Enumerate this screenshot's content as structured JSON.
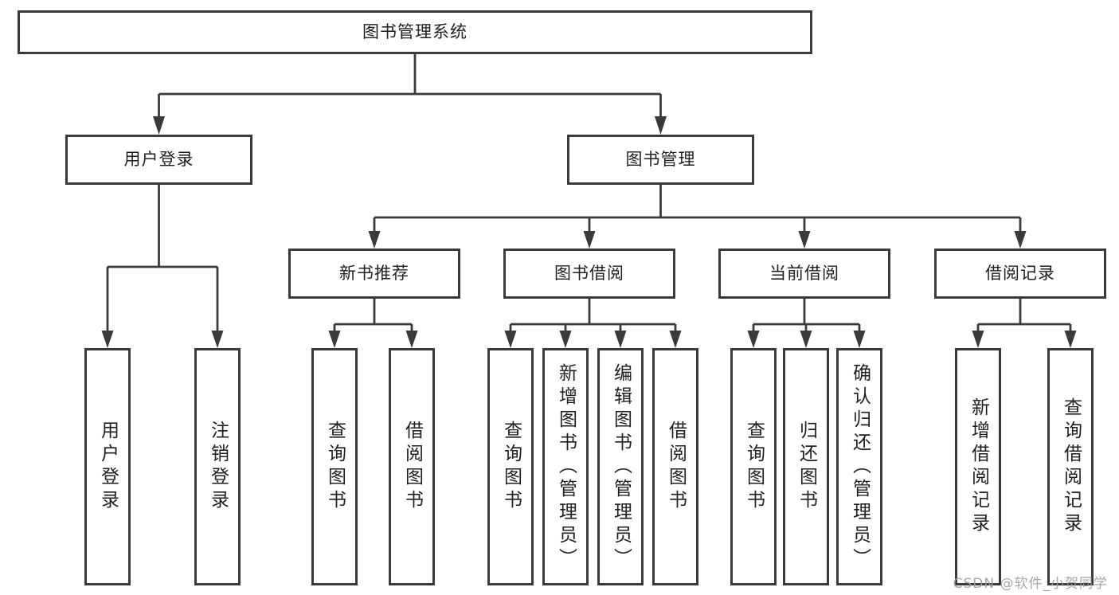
{
  "diagram_type": "hierarchy-tree",
  "colors": {
    "line": "#3a3a3a",
    "box_border": "#3a3a3a",
    "text": "#1f1f1f",
    "background": "#ffffff",
    "watermark": "#9e9e9e"
  },
  "tree": {
    "label": "图书管理系统",
    "children": [
      {
        "label": "用户登录",
        "children": [
          {
            "label": "用户登录"
          },
          {
            "label": "注销登录"
          }
        ]
      },
      {
        "label": "图书管理",
        "children": [
          {
            "label": "新书推荐",
            "children": [
              {
                "label": "查询图书"
              },
              {
                "label": "借阅图书"
              }
            ]
          },
          {
            "label": "图书借阅",
            "children": [
              {
                "label": "查询图书"
              },
              {
                "label": "新增图书（管理员）"
              },
              {
                "label": "编辑图书（管理员）"
              },
              {
                "label": "借阅图书"
              }
            ]
          },
          {
            "label": "当前借阅",
            "children": [
              {
                "label": "查询图书"
              },
              {
                "label": "归还图书"
              },
              {
                "label": "确认归还（管理员）"
              }
            ]
          },
          {
            "label": "借阅记录",
            "children": [
              {
                "label": "新增借阅记录"
              },
              {
                "label": "查询借阅记录"
              }
            ]
          }
        ]
      }
    ]
  },
  "watermark": {
    "text": "CSDN @软件_小贺同学"
  }
}
